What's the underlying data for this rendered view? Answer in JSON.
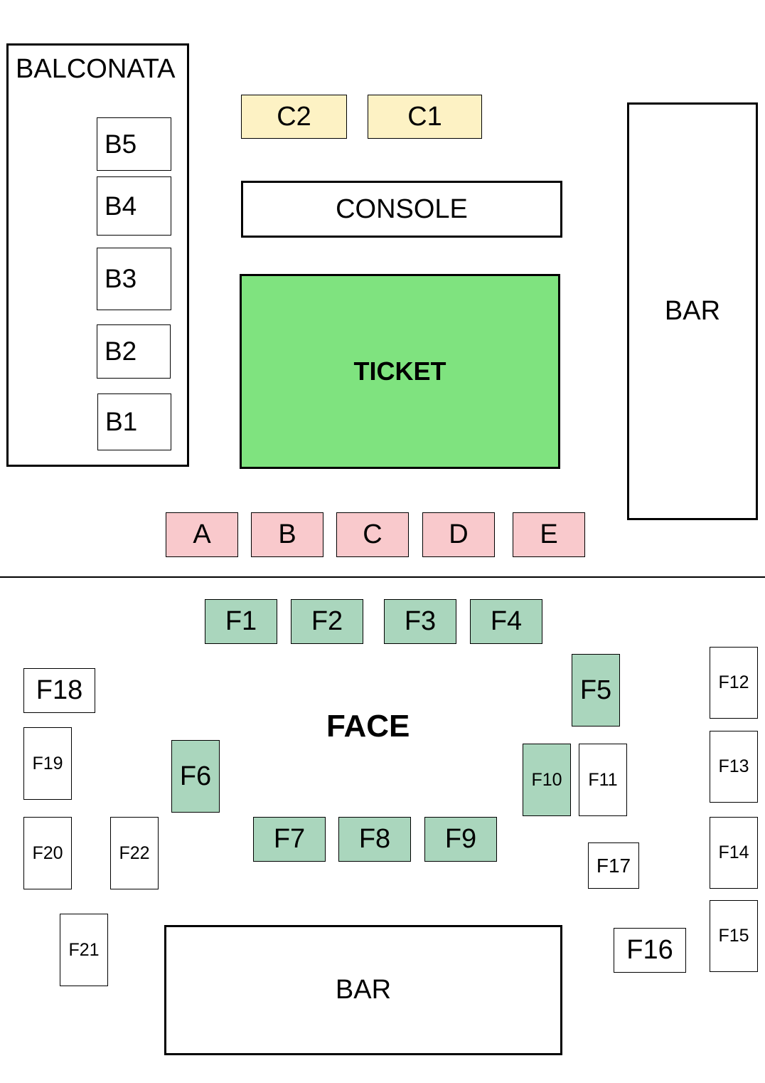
{
  "balconata": {
    "title": "BALCONATA",
    "tables": [
      "B5",
      "B4",
      "B3",
      "B2",
      "B1"
    ]
  },
  "console_tables": [
    "C2",
    "C1"
  ],
  "console": "CONSOLE",
  "ticket": "TICKET",
  "bar_right": "BAR",
  "pink_tables": [
    "A",
    "B",
    "C",
    "D",
    "E"
  ],
  "face": {
    "title": "FACE",
    "tables": [
      "F1",
      "F2",
      "F3",
      "F4",
      "F5",
      "F6",
      "F7",
      "F8",
      "F9",
      "F10",
      "F11",
      "F12",
      "F13",
      "F14",
      "F15",
      "F16",
      "F17",
      "F18",
      "F19",
      "F20",
      "F21",
      "F22"
    ]
  },
  "bar_bottom": "BAR",
  "colors": {
    "yellow": "#fdf2c4",
    "pink": "#f9c9cc",
    "mint": "#aad6bd",
    "green": "#7fe37f"
  }
}
